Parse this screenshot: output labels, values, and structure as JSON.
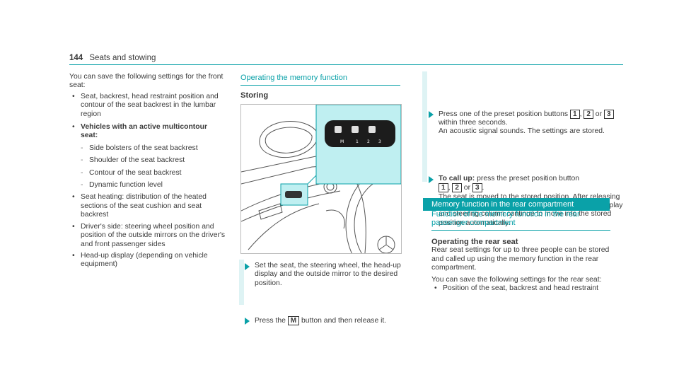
{
  "header": {
    "page_number": "144",
    "title": "Seats and stowing"
  },
  "left": {
    "intro": "You can save the following settings for the front seat:",
    "b1": "Seat, backrest, head restraint position and contour of the seat backrest in the lumbar region",
    "b2": "Vehicles with an active multicontour seat:",
    "d1": "Side bolsters of the seat backrest",
    "d2": "Shoulder of the seat backrest",
    "d3": "Contour of the seat backrest",
    "d4": "Dynamic function level",
    "b3": "Seat heating: distribution of the heated sections of the seat cushion and seat backrest",
    "b4": "Driver's side: steering wheel position and position of the outside mirrors on the driver's and front passenger sides",
    "b5": "Head-up display (depending on vehicle equipment)"
  },
  "middle": {
    "section_title": "Operating the memory function",
    "subtitle": "Storing",
    "figure_labels": {
      "m": "M",
      "one": "1",
      "two": "2",
      "three": "3"
    },
    "step1": "Set the seat, the steering wheel, the head-up display and the outside mirror to the desired position.",
    "step2_pre": "Press the",
    "step2_key": "M",
    "step2_post": "button and then release it."
  },
  "right": {
    "s1_a": "Press one of the preset position buttons",
    "key1": "1",
    "key2": "2",
    "key3": "3",
    "s1_or": "or",
    "s1_b": "within three seconds.",
    "s1_c": "An acoustic signal sounds. The settings are stored.",
    "s2_label": "To call up:",
    "s2_a": "press the preset position button",
    "s2_b": "The seat is moved to the stored position. After releasing the button, the front seat, outside mirror, head-up display and steering column continue to move into the stored position automatically.",
    "banner": "Memory function in the rear compartment",
    "sec2_title": "Function of the memory function in the rear passenger compartment",
    "sub2": "Operating the rear seat",
    "p1": "Rear seat settings for up to three people can be stored and called up using the memory function in the rear compartment.",
    "p2": "You can save the following settings for the rear seat:",
    "rb1": "Position of the seat, backrest and head restraint"
  }
}
